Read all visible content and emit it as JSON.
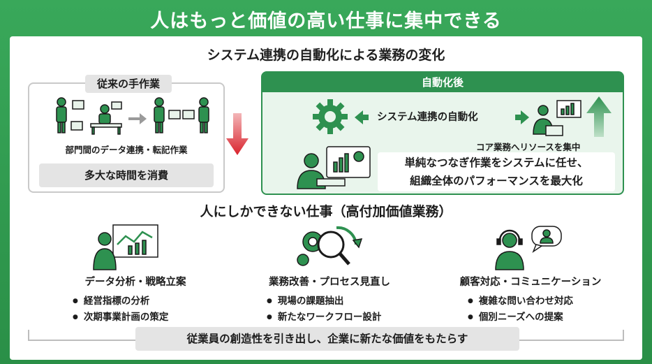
{
  "title": "人はもっと価値の高い仕事に集中できる",
  "section1": {
    "title": "システム連携の自動化による業務の変化",
    "before": {
      "tag": "従来の手作業",
      "caption": "部門間のデータ連携・転記作業",
      "result": "多大な時間を消費"
    },
    "after": {
      "tag": "自動化後",
      "flow_label": "システム連携の自動化",
      "core_label": "コア業務へリソースを集中",
      "message_line1": "単純なつなぎ作業をシステムに任せ、",
      "message_line2": "組織全体のパフォーマンスを最大化"
    }
  },
  "section2": {
    "title": "人にしかできない仕事（高付加価値業務）",
    "columns": [
      {
        "title": "データ分析・戦略立案",
        "icon": "analysis-icon",
        "bullets": [
          "経営指標の分析",
          "次期事業計画の策定"
        ]
      },
      {
        "title": "業務改善・プロセス見直し",
        "icon": "process-improvement-icon",
        "bullets": [
          "現場の課題抽出",
          "新たなワークフロー設計"
        ]
      },
      {
        "title": "顧客対応・コミュニケーション",
        "icon": "customer-support-icon",
        "bullets": [
          "複雑な問い合わせ対応",
          "個別ニーズへの提案"
        ]
      }
    ]
  },
  "footer": "従業員の創造性を引き出し、企業に新たな価値をもたらす",
  "colors": {
    "green": "#2e9150",
    "light_green": "#e9f5ec",
    "red": "#d9232d",
    "gray": "#e4e4e4"
  }
}
